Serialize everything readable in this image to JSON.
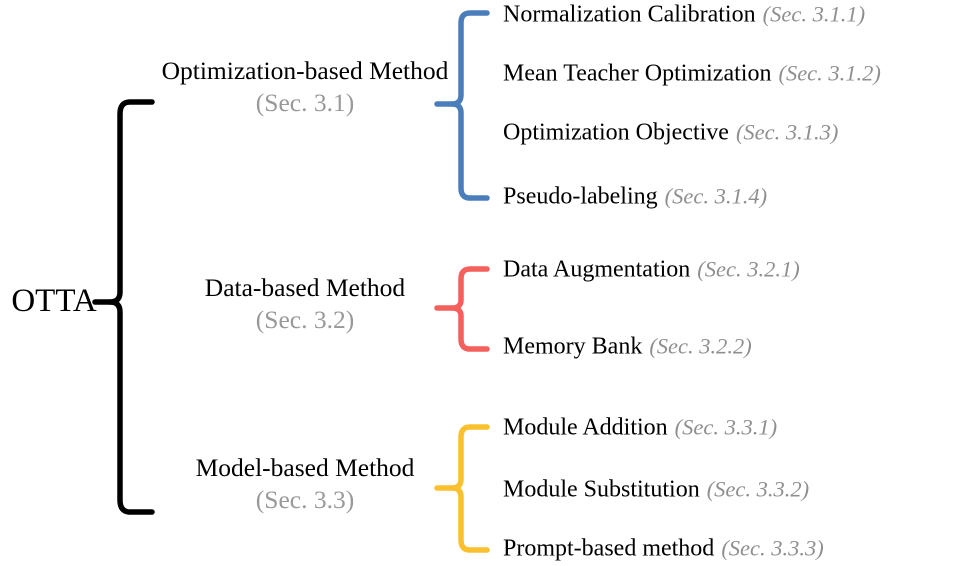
{
  "figure": {
    "type": "taxonomy-tree",
    "orientation": "left-to-right",
    "background_color": "#ffffff",
    "text_color": "#000000",
    "section_ref_color": "#8f8f8f"
  },
  "root": {
    "label": "OTTA",
    "brace_color": "#000000"
  },
  "categories": [
    {
      "label": "Optimization-based Method",
      "section": "(Sec. 3.1)",
      "brace_color": "#4a7ebb",
      "leaves": [
        {
          "label": "Normalization Calibration",
          "section": "(Sec. 3.1.1)"
        },
        {
          "label": "Mean Teacher Optimization",
          "section": "(Sec. 3.1.2)"
        },
        {
          "label": "Optimization Objective",
          "section": "(Sec. 3.1.3)"
        },
        {
          "label": "Pseudo-labeling",
          "section": "(Sec. 3.1.4)"
        }
      ]
    },
    {
      "label": "Data-based Method",
      "section": "(Sec. 3.2)",
      "brace_color": "#f4605c",
      "leaves": [
        {
          "label": "Data Augmentation",
          "section": "(Sec. 3.2.1)"
        },
        {
          "label": "Memory Bank",
          "section": "(Sec. 3.2.2)"
        }
      ]
    },
    {
      "label": "Model-based Method",
      "section": "(Sec. 3.3)",
      "brace_color": "#fbc02d",
      "leaves": [
        {
          "label": "Module Addition",
          "section": "(Sec. 3.3.1)"
        },
        {
          "label": "Module Substitution",
          "section": "(Sec. 3.3.2)"
        },
        {
          "label": "Prompt-based method",
          "section": "(Sec. 3.3.3)"
        }
      ]
    }
  ]
}
